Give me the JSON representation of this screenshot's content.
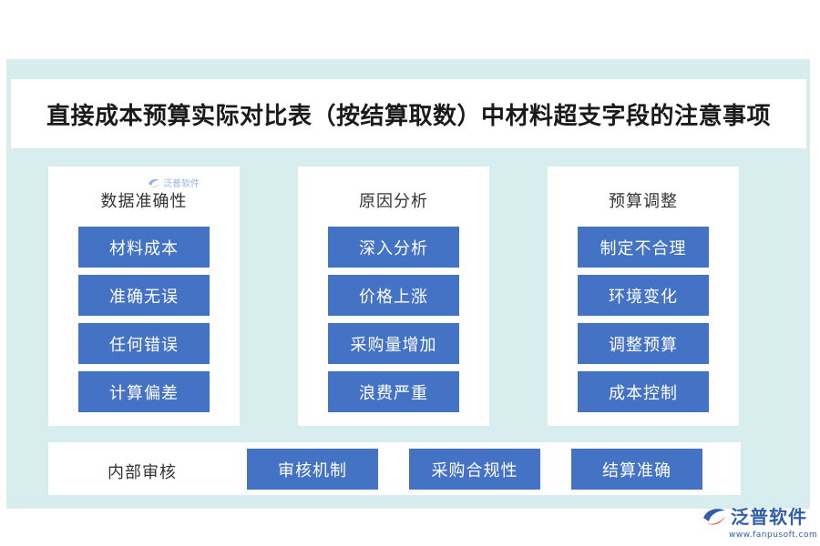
{
  "title": "直接成本预算实际对比表（按结算取数）中材料超支字段的注意事项",
  "panels": [
    {
      "title": "数据准确性",
      "items": [
        "材料成本",
        "准确无误",
        "任何错误",
        "计算偏差"
      ]
    },
    {
      "title": "原因分析",
      "items": [
        "深入分析",
        "价格上涨",
        "采购量增加",
        "浪费严重"
      ]
    },
    {
      "title": "预算调整",
      "items": [
        "制定不合理",
        "环境变化",
        "调整预算",
        "成本控制"
      ]
    }
  ],
  "bottom": {
    "label": "内部审核",
    "items": [
      "审核机制",
      "采购合规性",
      "结算准确"
    ]
  },
  "watermark": {
    "text": "泛普软件",
    "icon": "fanpu-logo-icon"
  },
  "logo": {
    "text": "泛普软件",
    "url": "www.fanpusoft.com",
    "icon": "fanpu-logo-icon",
    "color": "#2e5fa8"
  },
  "colors": {
    "box": "#4472c4",
    "frame": "#d8eeee"
  }
}
